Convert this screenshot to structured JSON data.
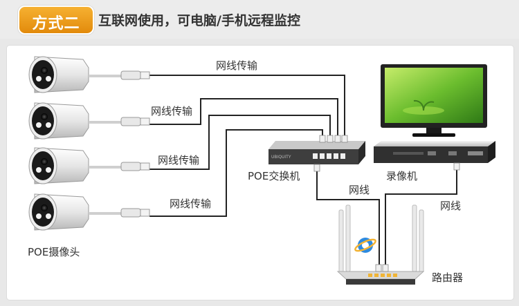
{
  "header": {
    "badge": "方式二",
    "title": "互联网使用，可电脑/手机远程监控"
  },
  "cables": [
    "网线传输",
    "网线传输",
    "网线传输",
    "网线传输"
  ],
  "switch": {
    "label": "POE交换机",
    "brand_text": "UBIQUITY"
  },
  "nvr": {
    "label": "录像机"
  },
  "router": {
    "label": "路由器"
  },
  "links": {
    "switch_to_router": "网线",
    "nvr_to_router": "网线"
  },
  "cameras": {
    "label": "POE摄像头"
  },
  "colors": {
    "badge": "#f0a020",
    "cable": "#222222"
  }
}
